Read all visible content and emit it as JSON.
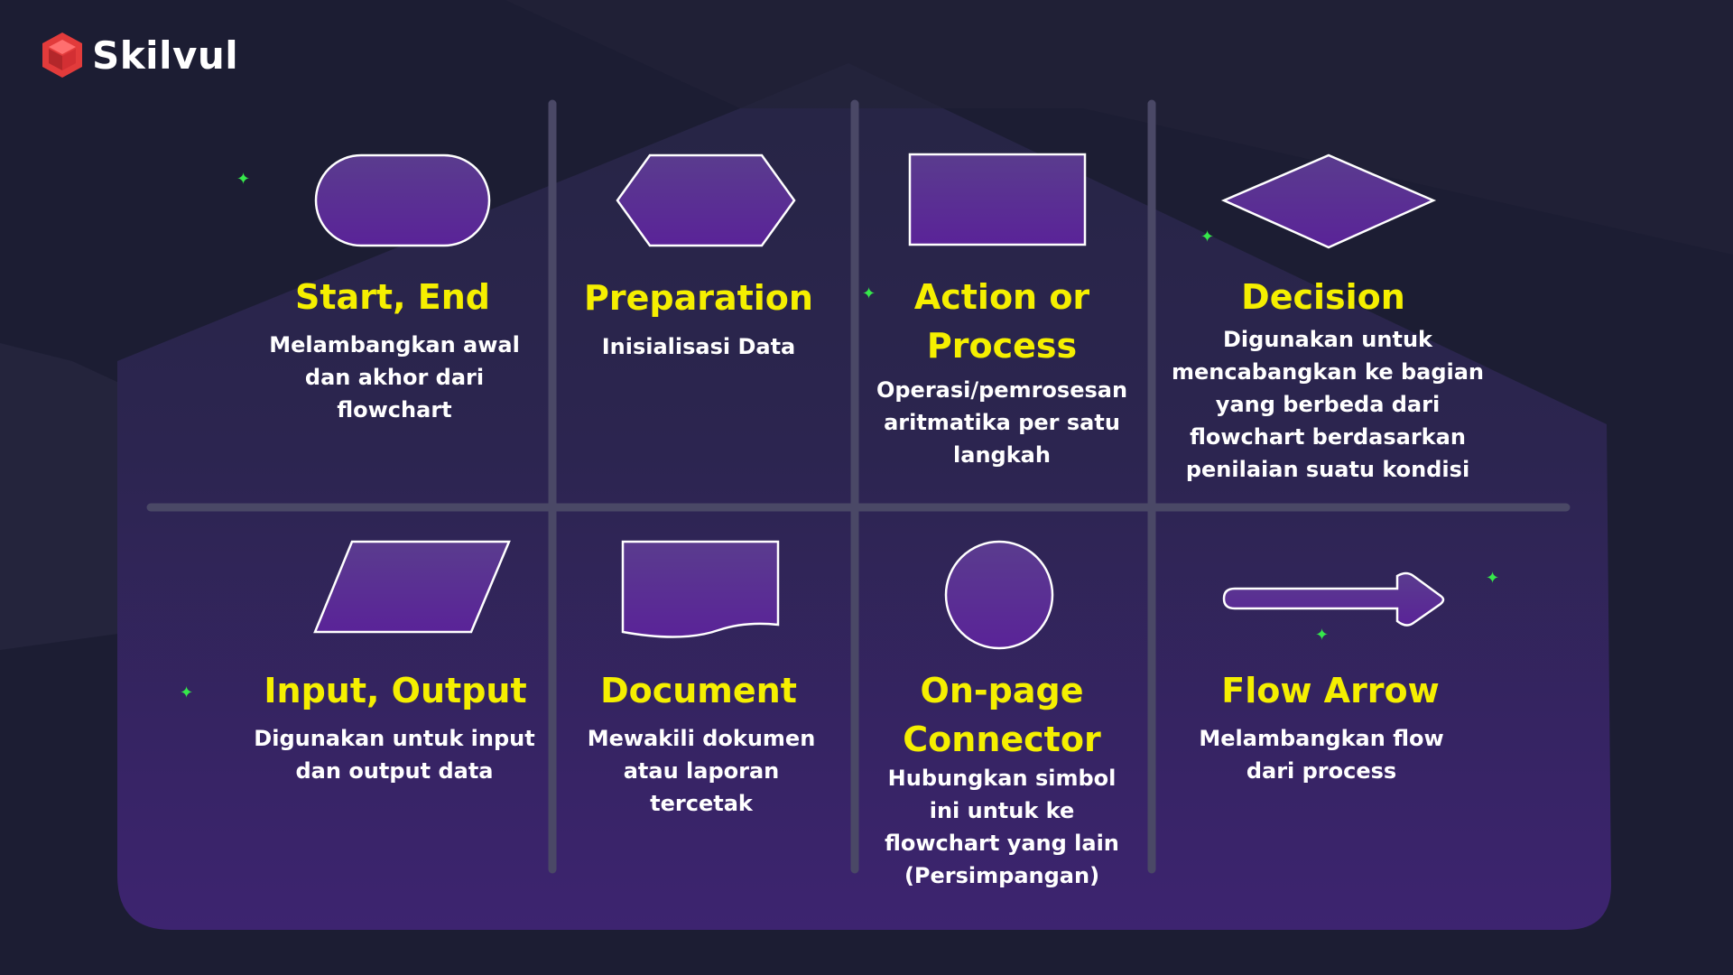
{
  "brand": {
    "name": "Skilvul",
    "color": "#e23b3b"
  },
  "colors": {
    "title": "#f5ef00",
    "text": "#ffffff",
    "shape_fill": "#5a2f96",
    "sparkle": "#36e84b"
  },
  "symbols": [
    {
      "shape": "terminator",
      "title": "Start, End",
      "description": "Melambangkan awal dan akhor dari flowchart"
    },
    {
      "shape": "hexagon",
      "title": "Preparation",
      "description": "Inisialisasi Data"
    },
    {
      "shape": "rectangle",
      "title": "Action or Process",
      "description": "Operasi/pemrosesan aritmatika per satu langkah"
    },
    {
      "shape": "diamond",
      "title": "Decision",
      "description": "Digunakan untuk mencabangkan ke bagian yang berbeda dari flowchart berdasarkan penilaian suatu kondisi"
    },
    {
      "shape": "parallelogram",
      "title": "Input, Output",
      "description": "Digunakan untuk input dan output data"
    },
    {
      "shape": "document",
      "title": "Document",
      "description": "Mewakili dokumen atau laporan tercetak"
    },
    {
      "shape": "circle",
      "title": "On-page Connector",
      "description": "Hubungkan simbol ini untuk ke flowchart yang lain (Persimpangan)"
    },
    {
      "shape": "arrow",
      "title": "Flow Arrow",
      "description": "Melambangkan flow dari process"
    }
  ]
}
